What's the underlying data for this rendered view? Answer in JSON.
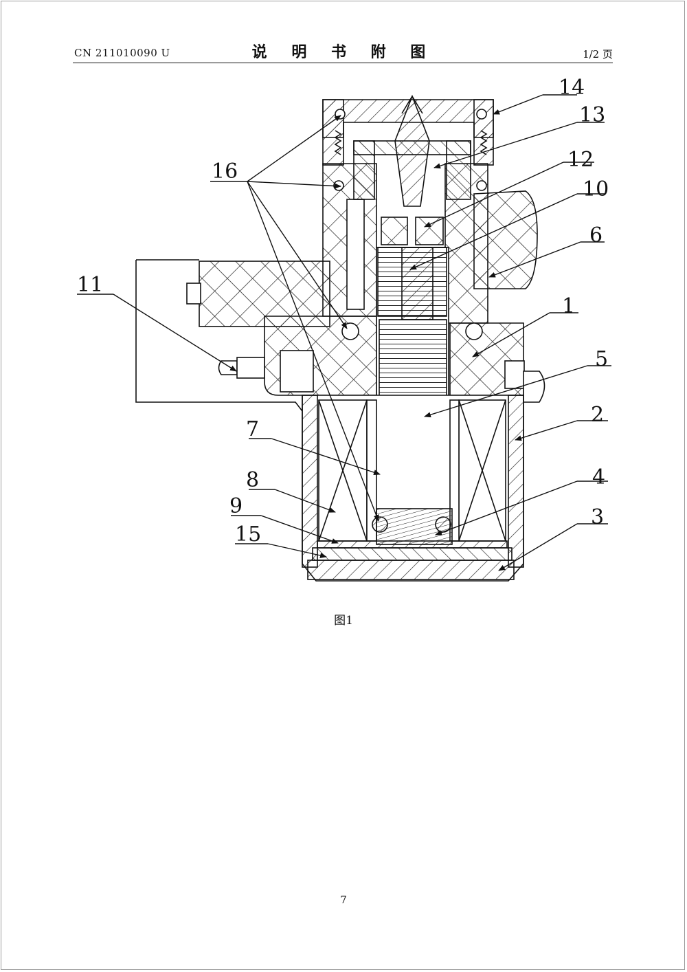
{
  "header": {
    "doc_number": "CN 211010090 U",
    "title": "说 明 书 附 图",
    "page_count": "1/2 页"
  },
  "figure": {
    "caption": "图1",
    "labels": [
      "14",
      "13",
      "12",
      "10",
      "16",
      "6",
      "11",
      "1",
      "5",
      "2",
      "7",
      "8",
      "4",
      "9",
      "3",
      "15"
    ]
  },
  "footer": {
    "page_number": "7"
  }
}
